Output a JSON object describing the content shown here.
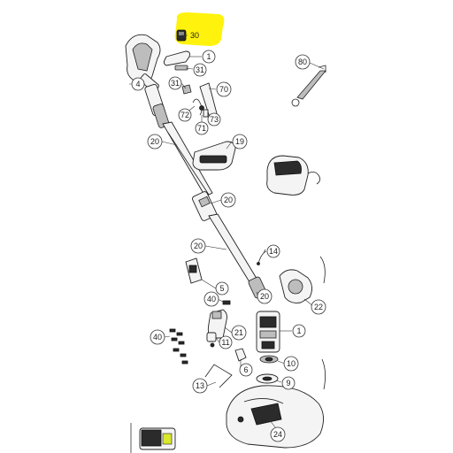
{
  "highlight": {
    "color": "#fff200"
  },
  "labels": {
    "p30": "30",
    "p1a": "1",
    "p31a": "31",
    "p4": "4",
    "p80": "80",
    "p31b": "31",
    "p70": "70",
    "p72": "72",
    "p71": "71",
    "p73": "73",
    "p20a": "20",
    "p19": "19",
    "p20b": "20",
    "p20c": "20",
    "p14": "14",
    "p40a": "40",
    "p5": "5",
    "p20d": "20",
    "p22": "22",
    "p1b": "1",
    "p40b": "40",
    "p21": "21",
    "p11": "11",
    "p6": "6",
    "p10": "10",
    "p9": "9",
    "p13": "13",
    "p24": "24"
  }
}
